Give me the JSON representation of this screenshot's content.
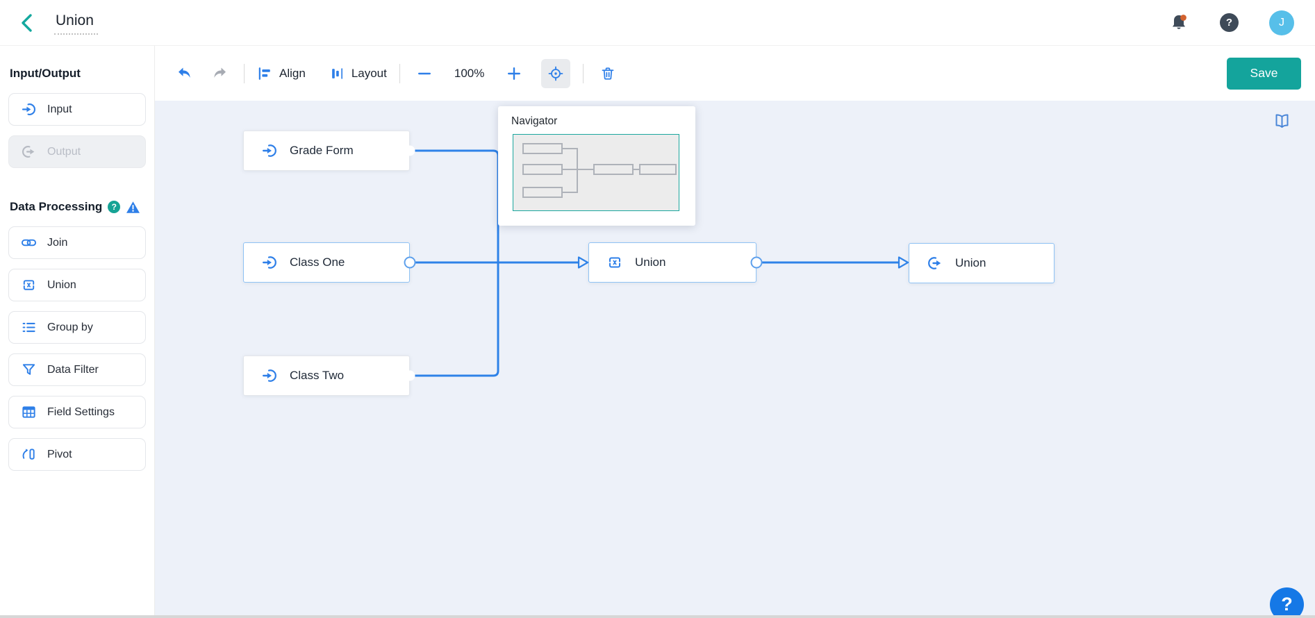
{
  "header": {
    "title": "Union",
    "help_glyph": "?",
    "avatar_initial": "J"
  },
  "toolbar": {
    "align_label": "Align",
    "layout_label": "Layout",
    "zoom_level": "100%",
    "save_label": "Save"
  },
  "sidebar": {
    "section1": {
      "heading": "Input/Output",
      "items": [
        {
          "label": "Input"
        },
        {
          "label": "Output"
        }
      ]
    },
    "section2": {
      "heading": "Data Processing",
      "help_glyph": "?",
      "items": [
        {
          "label": "Join"
        },
        {
          "label": "Union"
        },
        {
          "label": "Group by"
        },
        {
          "label": "Data Filter"
        },
        {
          "label": "Field Settings"
        },
        {
          "label": "Pivot"
        }
      ]
    }
  },
  "canvas": {
    "navigator": {
      "title": "Navigator"
    },
    "nodes": [
      {
        "label": "Grade Form",
        "type": "input"
      },
      {
        "label": "Class One",
        "type": "input"
      },
      {
        "label": "Class Two",
        "type": "input"
      },
      {
        "label": "Union",
        "type": "union"
      },
      {
        "label": "Union",
        "type": "output"
      }
    ],
    "help_glyph": "?"
  },
  "colors": {
    "accent_blue": "#2e7fe8",
    "edge_blue": "#2e82e8",
    "teal": "#14a49c",
    "canvas_bg": "#edf1f9",
    "selected_border": "#8fc2f4"
  }
}
